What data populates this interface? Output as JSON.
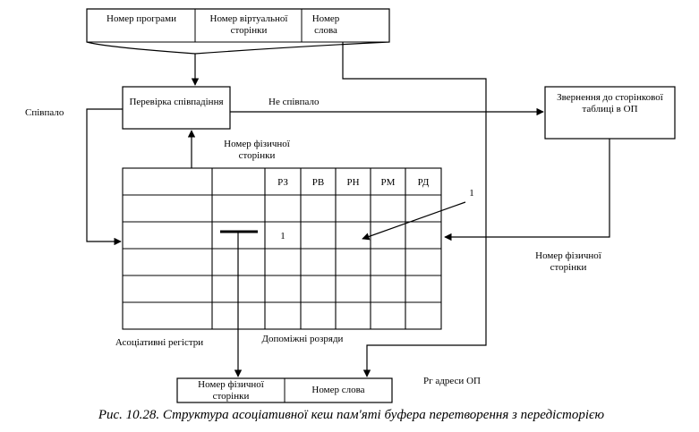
{
  "top_register": {
    "program_number": "Номер програми",
    "virtual_page_number": "Номер віртуальної сторінки",
    "word_number": "Номер слова"
  },
  "match_check": "Перевірка співпадіння",
  "matched_label": "Співпало",
  "not_matched_label": "Не співпало",
  "page_table_request": "Звернення до сторінкової таблиці в ОП",
  "physical_page_number_top": "Номер фізичної сторінки",
  "physical_page_number_right": "Номер фізичної сторінки",
  "table": {
    "columns": [
      "РЗ",
      "РВ",
      "РН",
      "РМ",
      "РД"
    ],
    "row_marker": "1",
    "arrow_marker": "1"
  },
  "assoc_registers_label": "Асоціативні регістри",
  "aux_bits_label": "Допоміжні розряди",
  "result_register": {
    "physical_page_number": "Номер фізичної сторінки",
    "word_number": "Номер слова"
  },
  "address_register_label": "Рг адреси ОП",
  "caption": "Рис. 10.28. Структура асоціативної кеш пам'яті буфера перетворення з передісторією"
}
